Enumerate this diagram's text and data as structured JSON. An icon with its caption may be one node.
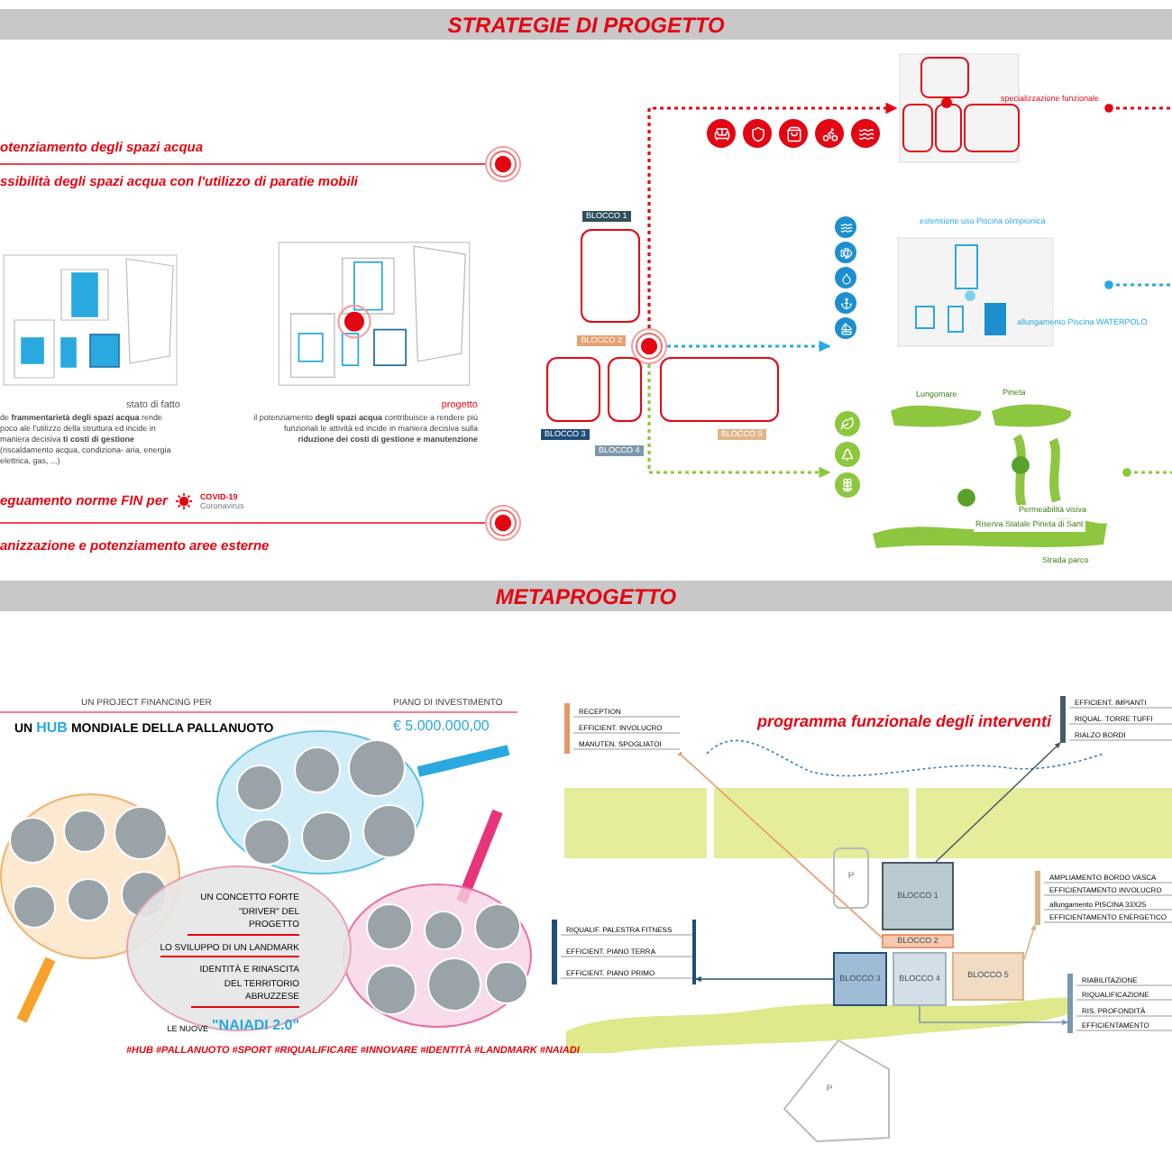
{
  "diagram": {
    "title": "STRATEGIE DI PROGETTO",
    "nodes": [
      {
        "text": [
          "otenziamento degli spazi acqua",
          "ssibilità degli spazi acqua con l'utilizzo di paratie mobili"
        ]
      },
      {
        "text": [],
        "shape": "circle"
      },
      {
        "text": [],
        "shape": "picture",
        "beside": [
          "stato di fatto",
          "de **frammentarietà degli spazi acqua** rende poco ale l'utilizzo della struttura ed incide in maniera decisiva **ti costi di gestione** (riscaldamento acqua, condiziona- aria, energia elettrica, gas, ...)"
        ]
      },
      {
        "text": [],
        "shape": "picture",
        "beside": [
          "progetto",
          "il potenziamento **degli spazi acqua** contribuisce a rendere più funzionali le attività ed incide in maniera decisiva sulla **riduzione dei costi di gestione e manutenzione**"
        ]
      },
      {
        "text": [
          "eguamento norme FIN per",
          "COVID-19",
          "Coronavirus",
          "anizzazione e potenziamento aree esterne"
        ]
      },
      {
        "text": [],
        "shape": "circle"
      },
      {
        "text": [
          "BLOCCO 1"
        ]
      },
      {
        "text": [
          "BLOCCO 2"
        ]
      },
      {
        "text": [
          "BLOCCO 3"
        ]
      },
      {
        "text": [
          "BLOCCO 4"
        ]
      },
      {
        "text": [
          "BLOCCO 5"
        ]
      },
      {
        "text": [
          "specializzazione funzionale"
        ]
      },
      {
        "text": [
          "estensione uso Piscina olimpionica",
          "allungamento Piscina WATERPOLO"
        ]
      },
      {
        "text": [
          "Lungomare",
          "Pineta",
          "Permeabilità visiva",
          "Riserva Statale Pineta di Sant",
          "Strada parco"
        ]
      },
      {
        "text": [],
        "shape": "ellipse"
      },
      {
        "text": [],
        "shape": "ellipse"
      },
      {
        "text": [],
        "shape": "ellipse"
      },
      {
        "text": [
          "UN CONCETTO FORTE \"DRIVER\" DEL PROGETTO",
          "LO SVILUPPO DI UN LANDMARK",
          "IDENTITÀ E RINASCITA DEL TERRITORIO ABRUZZESE",
          "LE NUOVE",
          "\"NAIADI 2.0\""
        ]
      },
      {
        "text": [
          "RECEPTION",
          "EFFICIENT. INVOLUCRO",
          "MANUTEN. SPOGLIATOI"
        ]
      },
      {
        "text": [
          "EFFICIENT. IMPIANTI",
          "RIQUAL. TORRE TUFFI",
          "RIALZO BORDI"
        ]
      },
      {
        "text": [
          "AMPLIAMENTO BORDO VASCA",
          "EFFICIENTAMENTO INVOLUCRO",
          "allungamento PISCINA 33X25",
          "EFFICIENTAMENTO ENERGETICO"
        ]
      },
      {
        "text": [
          "RIQUALIF. PALESTRA FITNESS",
          "EFFICIENT. PIANO TERRA",
          "EFFICIENT. PIANO PRIMO"
        ]
      },
      {
        "text": [
          "RIABILITAZIONE",
          "RIQUALIFICAZIONE",
          "RIS. PROFONDITÀ",
          "EFFICIENTAMENTO"
        ]
      },
      {
        "text": [
          "P"
        ]
      },
      {
        "text": [
          "BLOCCO 1"
        ]
      },
      {
        "text": [
          "BLOCCO 2"
        ]
      },
      {
        "text": [
          "BLOCCO 3"
        ]
      },
      {
        "text": [
          "BLOCCO 4"
        ]
      },
      {
        "text": [
          "BLOCCO 5"
        ]
      },
      {
        "text": [
          "P"
        ]
      }
    ],
    "edges": [
      {
        "from": 0,
        "to": 1,
        "arrow": "none",
        "color": "#e30613"
      },
      {
        "from": 4,
        "to": 5,
        "arrow": "none",
        "color": "#e30613"
      },
      {
        "from": 7,
        "to": 11,
        "arrow": "to",
        "style": "dashed",
        "color": "#e30613"
      },
      {
        "from": 7,
        "to": 12,
        "arrow": "to",
        "style": "dashed",
        "color": "#29a9e0"
      },
      {
        "from": 7,
        "to": 13,
        "arrow": "to",
        "style": "dashed",
        "color": "#8dc63f"
      },
      {
        "from": 11,
        "to": null,
        "arrow": "other",
        "style": "dashed",
        "color": "#e30613"
      },
      {
        "from": 12,
        "to": null,
        "arrow": "other",
        "style": "dashed",
        "color": "#29a9e0"
      },
      {
        "from": 13,
        "to": null,
        "arrow": "other",
        "style": "dashed",
        "color": "#8dc63f"
      },
      {
        "from": 18,
        "to": 25,
        "arrow": "other",
        "color": "#e8956a"
      },
      {
        "from": 24,
        "to": 19,
        "arrow": "to",
        "color": "#4a5a62"
      },
      {
        "from": 28,
        "to": 20,
        "arrow": "to",
        "color": "#d8b48a"
      },
      {
        "from": 26,
        "to": 21,
        "arrow": "to",
        "color": "#1f4e79"
      },
      {
        "from": 27,
        "to": 22,
        "arrow": "to",
        "color": "#7c98ad"
      }
    ],
    "labels": [
      "METAPROGETTO",
      "UN PROJECT FINANCING PER",
      "UN",
      "HUB",
      "MONDIALE DELLA PALLANUOTO",
      "PIANO DI INVESTIMENTO",
      "€ 5.000.000,00",
      "#HUB #PALLANUOTO #SPORT #RIQUALIFICARE #INNOVARE #IDENTITÀ #LANDMARK #NAIADI",
      "programma funzionale degli interventi"
    ]
  }
}
